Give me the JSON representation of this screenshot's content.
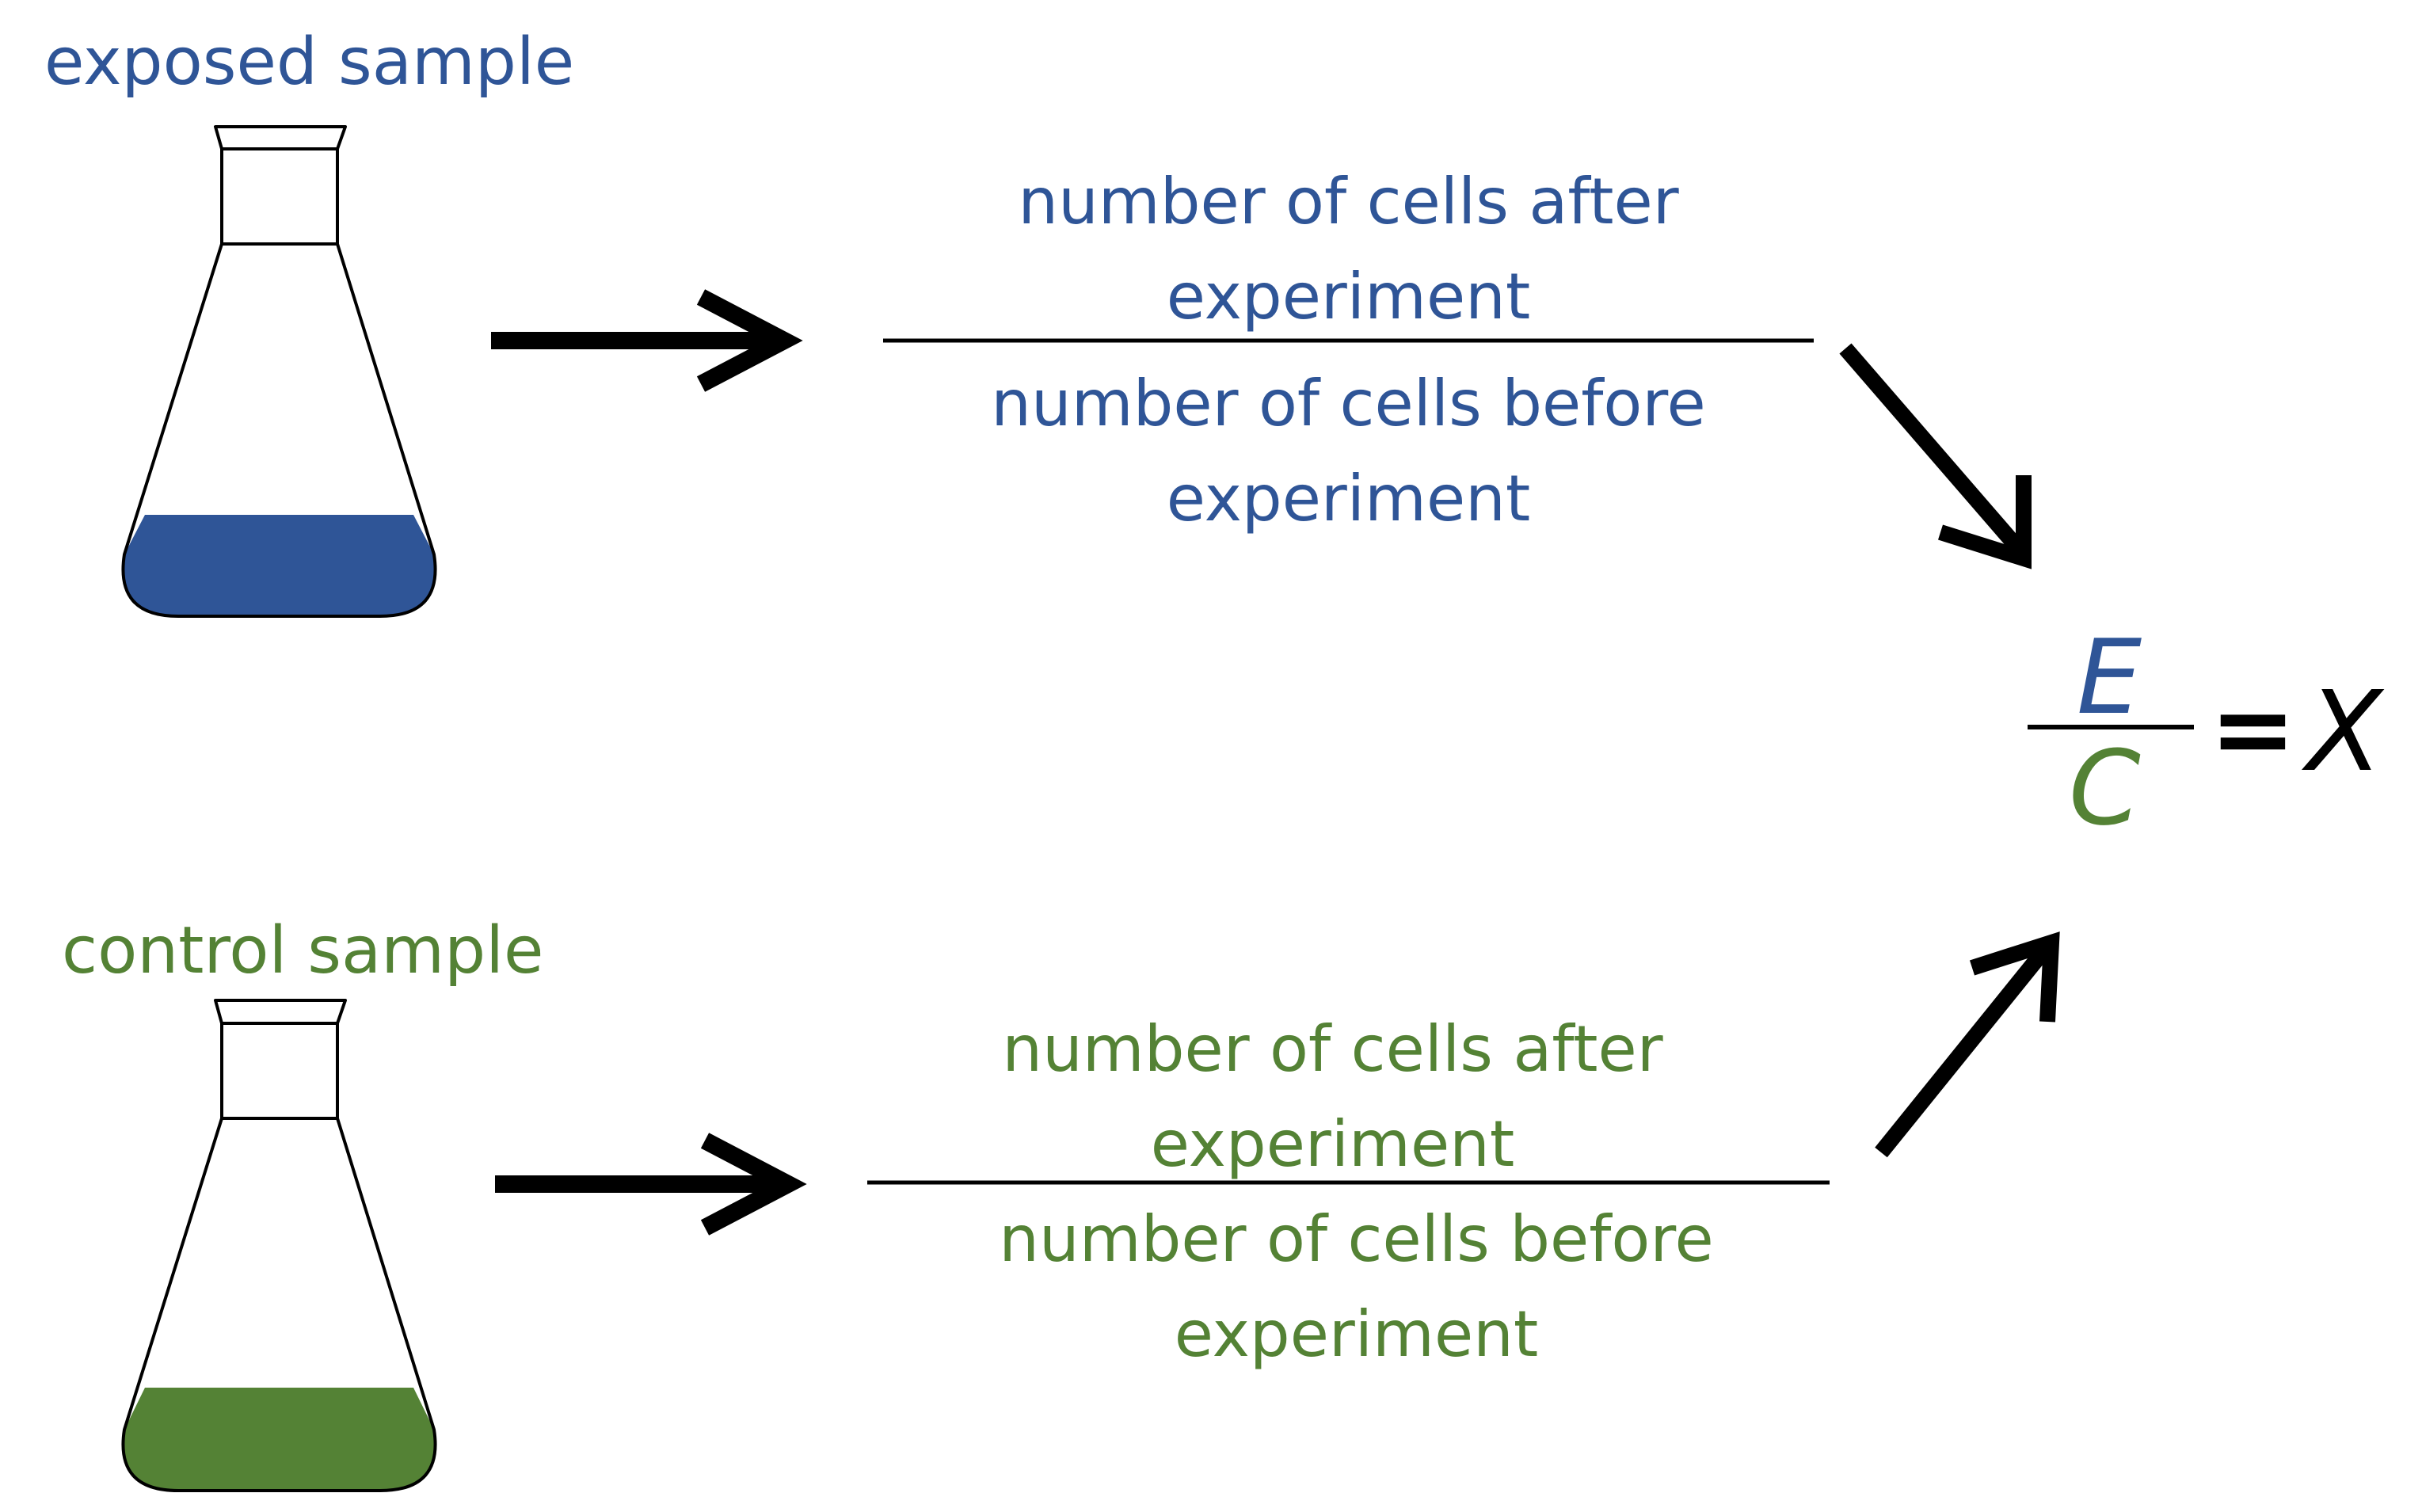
{
  "colors": {
    "exposed": "#2f5597",
    "control": "#548235",
    "ink": "#000000"
  },
  "exposed": {
    "label": "exposed sample",
    "numerator": [
      "number of cells after",
      "experiment"
    ],
    "denominator": [
      "number of cells before",
      "experiment"
    ]
  },
  "control": {
    "label": "control sample",
    "numerator": [
      "number of cells after",
      "experiment"
    ],
    "denominator": [
      "number of cells before",
      "experiment"
    ]
  },
  "equation": {
    "numerator": "E",
    "denominator": "C",
    "equals": "=",
    "result": "X"
  }
}
